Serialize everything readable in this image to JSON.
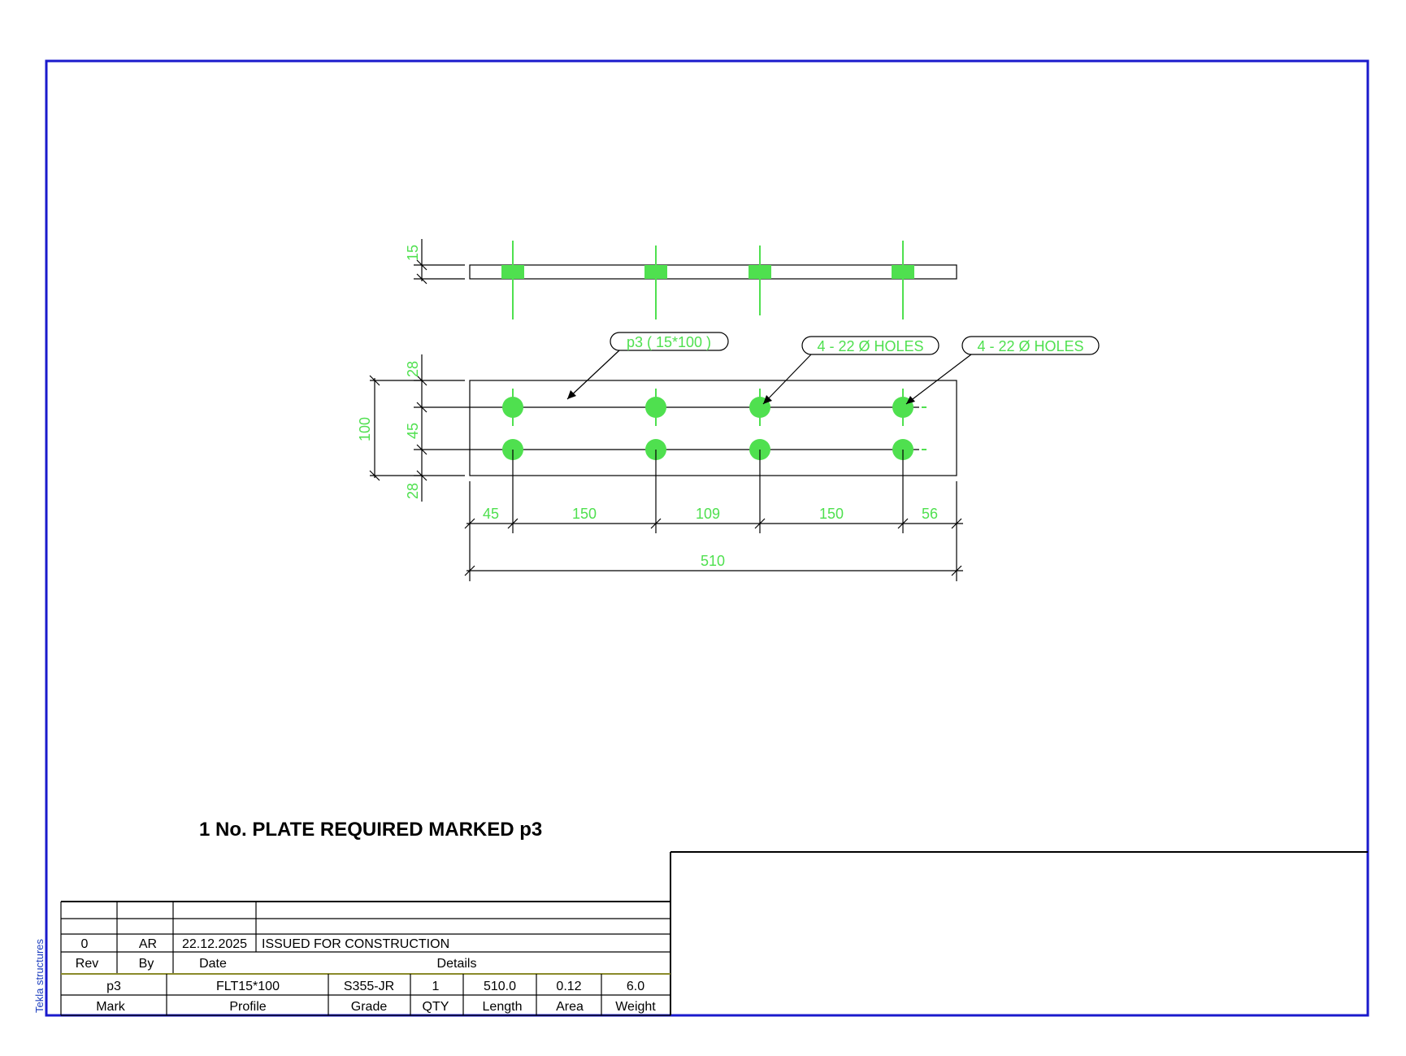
{
  "app_watermark": "Tekla structures",
  "drawing_title": "1 No. PLATE REQUIRED MARKED p3",
  "colors": {
    "frame": "#1a1acc",
    "annotation": "#4fe04f",
    "linework": "#000000"
  },
  "labels": {
    "part_mark": "p3 ( 15*100 )",
    "holes_label_1": "4 - 22 Ø HOLES",
    "holes_label_2": "4 - 22 Ø HOLES"
  },
  "dimensions": {
    "thickness": "15",
    "edge_top": "28",
    "pitch": "45",
    "edge_bottom": "28",
    "width": "100",
    "x1": "45",
    "x2": "150",
    "x3": "109",
    "x4": "150",
    "x5": "56",
    "length": "510"
  },
  "revision_table": {
    "headers": {
      "rev": "Rev",
      "by": "By",
      "date": "Date",
      "details": "Details"
    },
    "row": {
      "rev": "0",
      "by": "AR",
      "date": "22.12.2025",
      "details": "ISSUED FOR CONSTRUCTION"
    }
  },
  "parts_table": {
    "headers": {
      "mark": "Mark",
      "profile": "Profile",
      "grade": "Grade",
      "qty": "QTY",
      "length": "Length",
      "area": "Area",
      "weight": "Weight"
    },
    "row": {
      "mark": "p3",
      "profile": "FLT15*100",
      "grade": "S355-JR",
      "qty": "1",
      "length": "510.0",
      "area": "0.12",
      "weight": "6.0"
    }
  }
}
